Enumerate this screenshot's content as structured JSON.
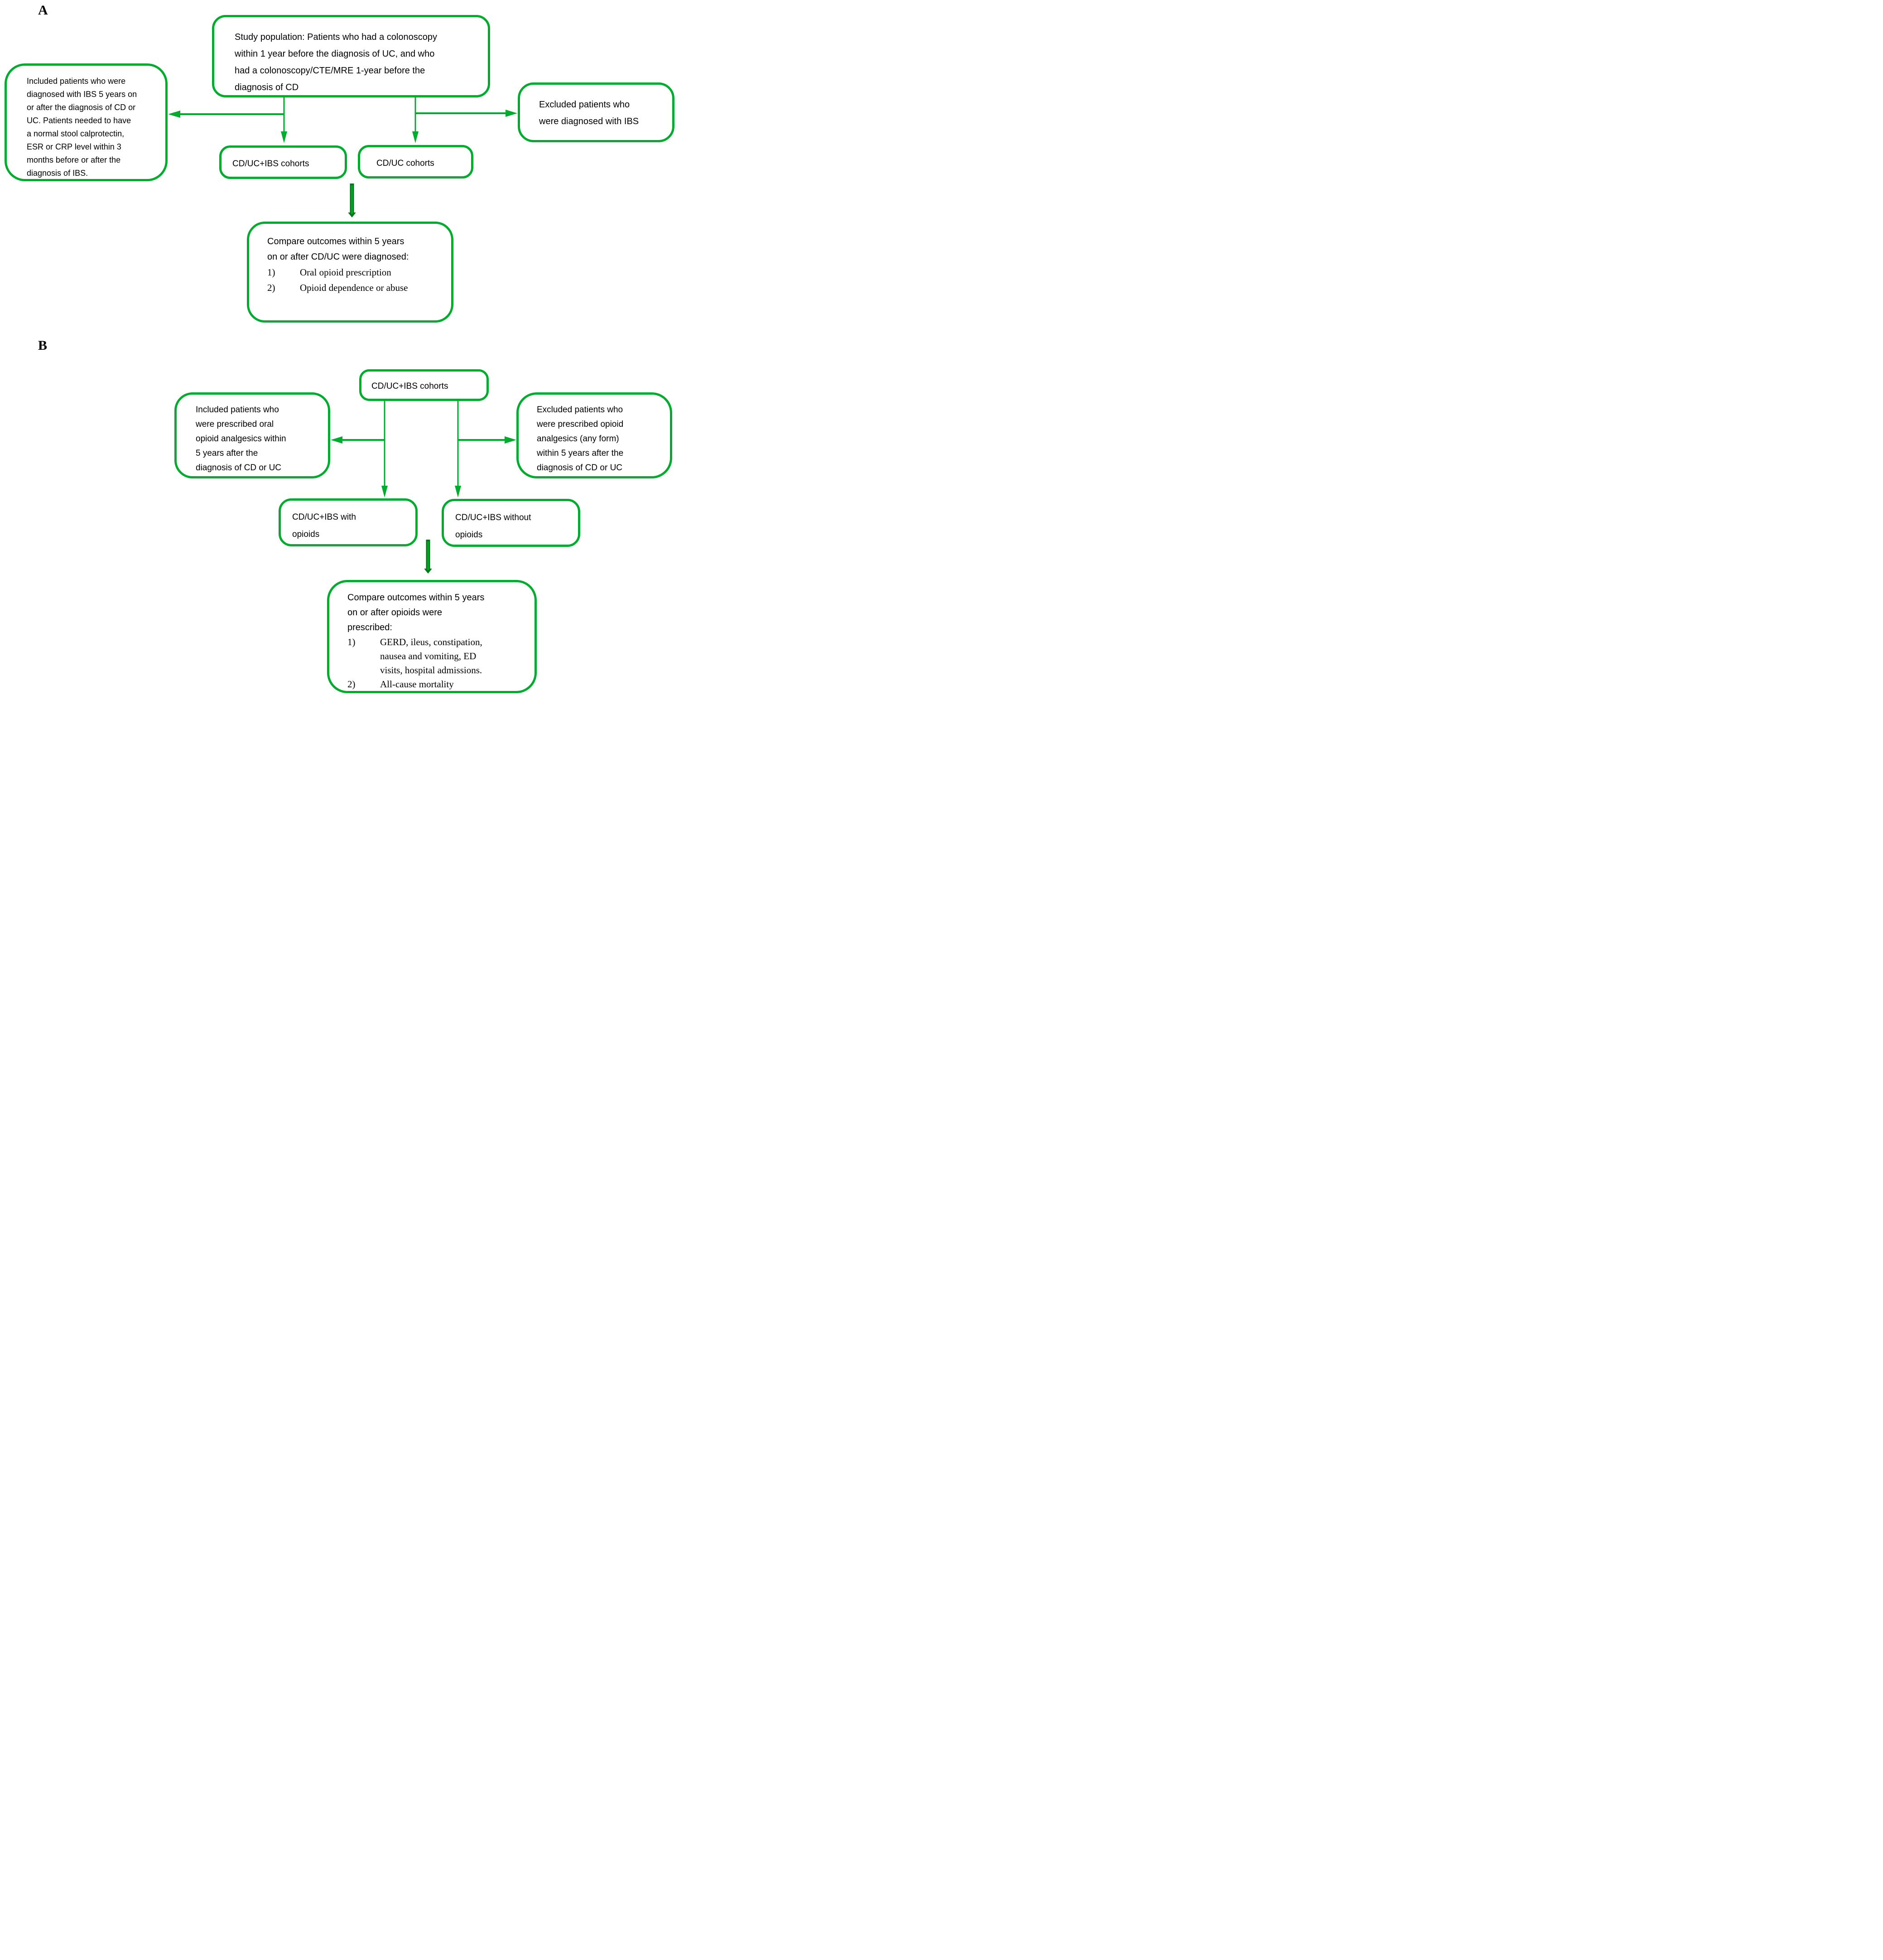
{
  "panelA": {
    "label": "A",
    "study_box": "Study population: Patients who had a colonoscopy\nwithin 1 year before the diagnosis of UC, and who\nhad a colonoscopy/CTE/MRE 1-year before the\ndiagnosis of CD",
    "included_box": "Included patients who were\ndiagnosed with IBS 5 years on\nor after the diagnosis of CD or\nUC.  Patients needed to have\na normal stool calprotectin,\nESR or CRP level within 3\nmonths before or after the\ndiagnosis of IBS.",
    "excluded_box": "Excluded patients who\nwere diagnosed with IBS",
    "cohort_ibs_box": "CD/UC+IBS cohorts",
    "cohort_cduc_box": "CD/UC cohorts",
    "compare_box": {
      "intro": "Compare outcomes within 5 years\non or after CD/UC were diagnosed:",
      "items": [
        {
          "num": "1)",
          "text": "Oral opioid prescription"
        },
        {
          "num": "2)",
          "text": "Opioid dependence or abuse"
        }
      ]
    }
  },
  "panelB": {
    "label": "B",
    "cohort_box": "CD/UC+IBS cohorts",
    "included_box": "Included patients who\nwere prescribed oral\nopioid analgesics within\n5 years after the\ndiagnosis of CD or UC",
    "excluded_box": "Excluded patients who\nwere prescribed opioid\nanalgesics (any form)\nwithin 5 years after the\ndiagnosis of CD or UC",
    "with_opioids_box": "CD/UC+IBS with\nopioids",
    "without_opioids_box": "CD/UC+IBS without\nopioids",
    "compare_box": {
      "intro": "Compare outcomes within 5 years\non or after opioids were\nprescribed:",
      "items": [
        {
          "num": "1)",
          "text": "GERD, ileus, constipation,\nnausea and vomiting, ED\nvisits, hospital admissions."
        },
        {
          "num": "2)",
          "text": "All-cause mortality"
        }
      ]
    }
  },
  "colors": {
    "box_border_green": "#00ac2e",
    "arrow_green": "#00ac2e",
    "block_arrow_dark_green": "#007a17",
    "block_arrow_core_green": "#00b12e",
    "text_black": "#000000"
  }
}
